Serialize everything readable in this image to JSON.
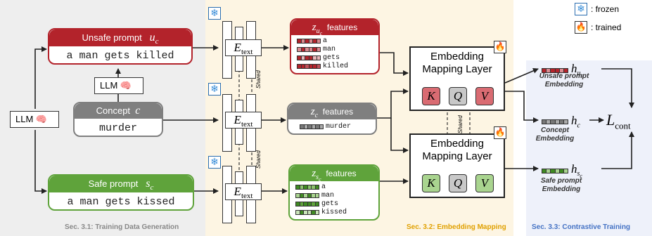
{
  "colors": {
    "unsafe": "#b3232b",
    "concept": "#7f7f7f",
    "safe": "#5fa33b",
    "sec1_bg": "#eeeeee",
    "sec2_bg": "#fdf5e3",
    "sec3_bg": "#eef1fa",
    "sec2_label": "#e0a000",
    "sec3_label": "#4472c4",
    "sec1_label": "#888888"
  },
  "legend": {
    "frozen": ": frozen",
    "trained": ": trained"
  },
  "sections": {
    "sec1": "Sec. 3.1: Training Data Generation",
    "sec2": "Sec. 3.2: Embedding Mapping",
    "sec3": "Sec. 3.3: Contrastive Training"
  },
  "prompts": {
    "unsafe_title": "Unsafe prompt",
    "unsafe_var": "u",
    "unsafe_sub": "c",
    "unsafe_text": "a man gets killed",
    "concept_title": "Concept",
    "concept_var": "c",
    "concept_text": "murder",
    "safe_title": "Safe prompt",
    "safe_var": "s",
    "safe_sub": "c",
    "safe_text": "a man gets kissed"
  },
  "llm": {
    "top": "LLM",
    "left": "LLM"
  },
  "encoder": {
    "label": "E",
    "sub": "text",
    "shared": "Shared"
  },
  "features": {
    "unsafe_head": "features",
    "unsafe_tokens": [
      "a",
      "man",
      "gets",
      "killed"
    ],
    "concept_head": "features",
    "concept_tokens": [
      "murder"
    ],
    "safe_head": "features",
    "safe_tokens": [
      "a",
      "man",
      "gets",
      "kissed"
    ]
  },
  "mapping": {
    "title_top": "Embedding\nMapping Layer",
    "title_bottom": "Embedding\nMapping Layer",
    "k": "K",
    "q": "Q",
    "v": "V",
    "shared": "Shared"
  },
  "outputs": {
    "unsafe_label": "Unsafe prompt\nEmbedding",
    "concept_label": "Concept\nEmbedding",
    "safe_label": "Safe prompt\nEmbedding",
    "h": "h",
    "loss": "L",
    "loss_sub": "cont"
  }
}
